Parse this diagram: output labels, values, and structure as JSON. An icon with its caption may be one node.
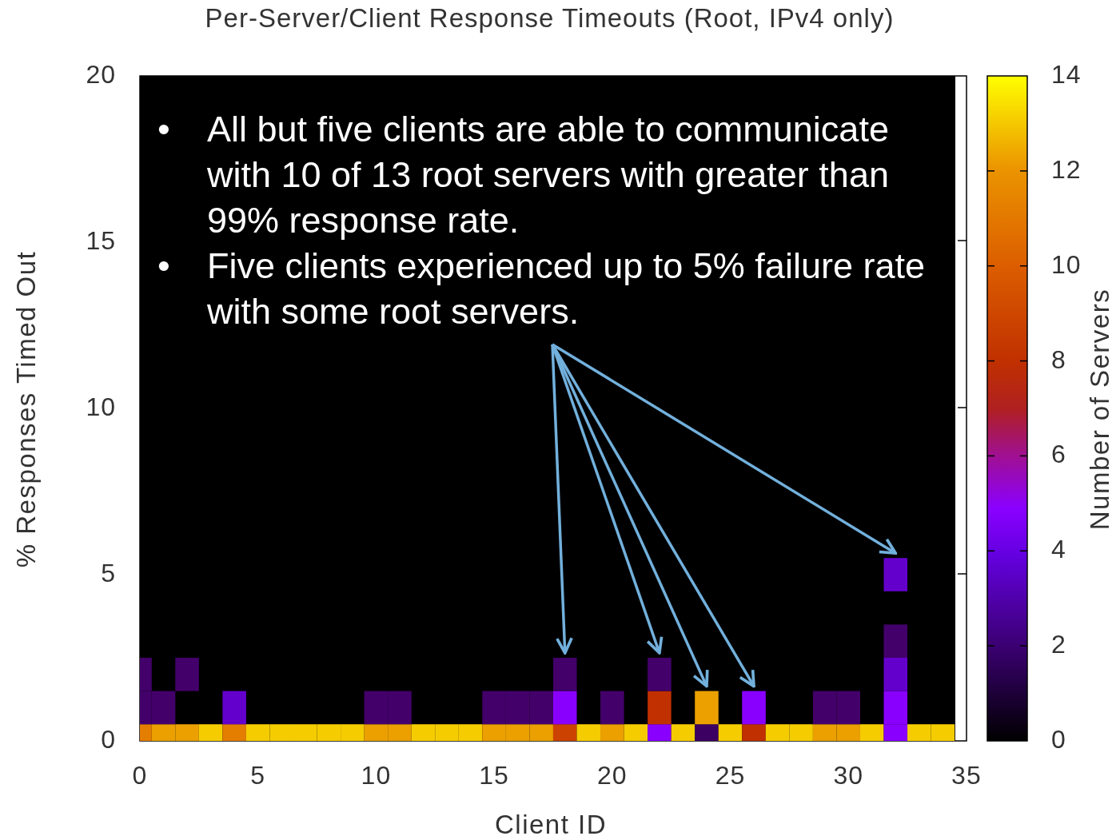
{
  "diagram": {
    "title": "Per-Server/Client Response Timeouts (Root, IPv4 only)",
    "nodes": [
      {
        "text": [
          "•",
          "All but five clients are able to communicate with 10 of 13 root servers with greater than 99% response rate.",
          "•",
          "Five clients experienced up to 5% failure rate with some root servers."
        ]
      },
      {
        "text": [],
        "shape": "box"
      },
      {
        "text": [],
        "shape": "box"
      },
      {
        "text": [],
        "shape": "box"
      },
      {
        "text": [],
        "shape": "box"
      },
      {
        "text": [],
        "shape": "box"
      }
    ],
    "edges": [
      {
        "from": 0,
        "to": 1,
        "arrow": "to"
      },
      {
        "from": 0,
        "to": 2,
        "arrow": "to"
      },
      {
        "from": 0,
        "to": 3,
        "arrow": "to"
      },
      {
        "from": 0,
        "to": 4,
        "arrow": "to"
      },
      {
        "from": 0,
        "to": 5,
        "arrow": "to"
      }
    ],
    "labels": [
      "20",
      "15",
      "10",
      "5",
      "0",
      "14",
      "12",
      "10",
      "8",
      "6",
      "4",
      "2",
      "0",
      "% Responses Timed Out",
      "Number of Servers",
      "0",
      "5",
      "10",
      "15",
      "20",
      "25",
      "30",
      "35",
      "Client ID"
    ]
  }
}
